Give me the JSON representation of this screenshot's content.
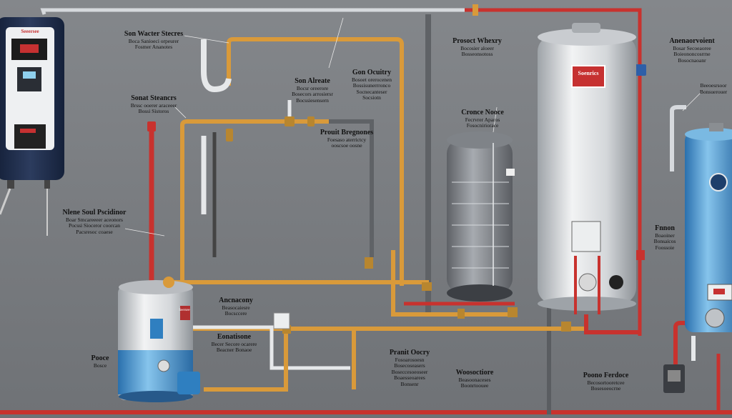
{
  "colors": {
    "background": "#7b7e82",
    "hot_pipe": "#c8322e",
    "copper_pipe": "#d99a3a",
    "cold_pipe": "#c9cdd2",
    "tank_silver": "#d5d8dc",
    "tank_blue": "#2f7fc0",
    "tankless_unit": "#1e2b45"
  },
  "labels": [
    {
      "id": "l1",
      "title": "Son Wacter Stecres",
      "lines": [
        "Boca Sanioeci orpeurer",
        "Fosmer Ananotes"
      ]
    },
    {
      "id": "l2",
      "title": "Sonat Steancrs",
      "lines": [
        "Brssc ooerer araceeer",
        "Bossi Sistoros"
      ]
    },
    {
      "id": "l3",
      "title": "Nlene Soul Pscidinor",
      "lines": [
        "Boar Smcareeeer aceonors",
        "Pocssi Sioceror coorcan",
        "Pacsresoc coaese"
      ]
    },
    {
      "id": "l4",
      "title": "Son Alreate",
      "lines": [
        "Bocsr oreerore",
        "Bosecors arrosiersr",
        "Bocssiesensern"
      ]
    },
    {
      "id": "l5",
      "title": "Gon Ocuitry",
      "lines": [
        "Bosoet orerocenen",
        "Bossisunerrronco",
        "Socnecanteser",
        "Socsiotn"
      ]
    },
    {
      "id": "l6",
      "title": "Prouit Bregnones",
      "lines": [
        "Foesaso aterrictcy",
        "ooscsoe oosne"
      ]
    },
    {
      "id": "l7",
      "title": "Prosoct Whexry",
      "lines": [
        "Bocosier aloeer",
        "Bosseonsotoss"
      ]
    },
    {
      "id": "l8",
      "title": "Cronce Nooce",
      "lines": [
        "Fecrvrer Aparos",
        "Fosocniriorace"
      ]
    },
    {
      "id": "l9",
      "title": "Anenaorvoient",
      "lines": [
        "Bosar Secoeaoree",
        "Boieononcosrrne",
        "Bosocnaoanr"
      ]
    },
    {
      "id": "l10",
      "title": "",
      "lines": [
        "Beeoesrsoor",
        "Bonsuerouer"
      ]
    },
    {
      "id": "l11",
      "title": "Fnnon",
      "lines": [
        "Boaoiner",
        "Bonsaicos",
        "Foossoie"
      ]
    },
    {
      "id": "l12",
      "title": "Ancnacony",
      "lines": [
        "Beasocaiesre",
        "Bocsccere"
      ]
    },
    {
      "id": "l13",
      "title": "Eonatisone",
      "lines": [
        "Becer Secore ocarere",
        "Beacner Bonaoe"
      ]
    },
    {
      "id": "l14",
      "title": "Pooce",
      "lines": [
        "Bosce"
      ]
    },
    {
      "id": "l15",
      "title": "Pranit Oocry",
      "lines": [
        "Fosoarosoesn",
        "Bosecoseasers",
        "Boseccesoeoseer",
        "Boaesseoarees",
        "Bonsenr"
      ]
    },
    {
      "id": "l16",
      "title": "Woosoctiore",
      "lines": [
        "Beasoonaceses",
        "Boonrtoouee"
      ]
    },
    {
      "id": "l17",
      "title": "Poono Ferdoce",
      "lines": [
        "Becosortooretcee",
        "Bosesoeocrne"
      ]
    }
  ],
  "devices": {
    "tankless_badge": "Seeersee",
    "tank_badge": "Soenrics",
    "small_tank_badge": "Seersee"
  }
}
